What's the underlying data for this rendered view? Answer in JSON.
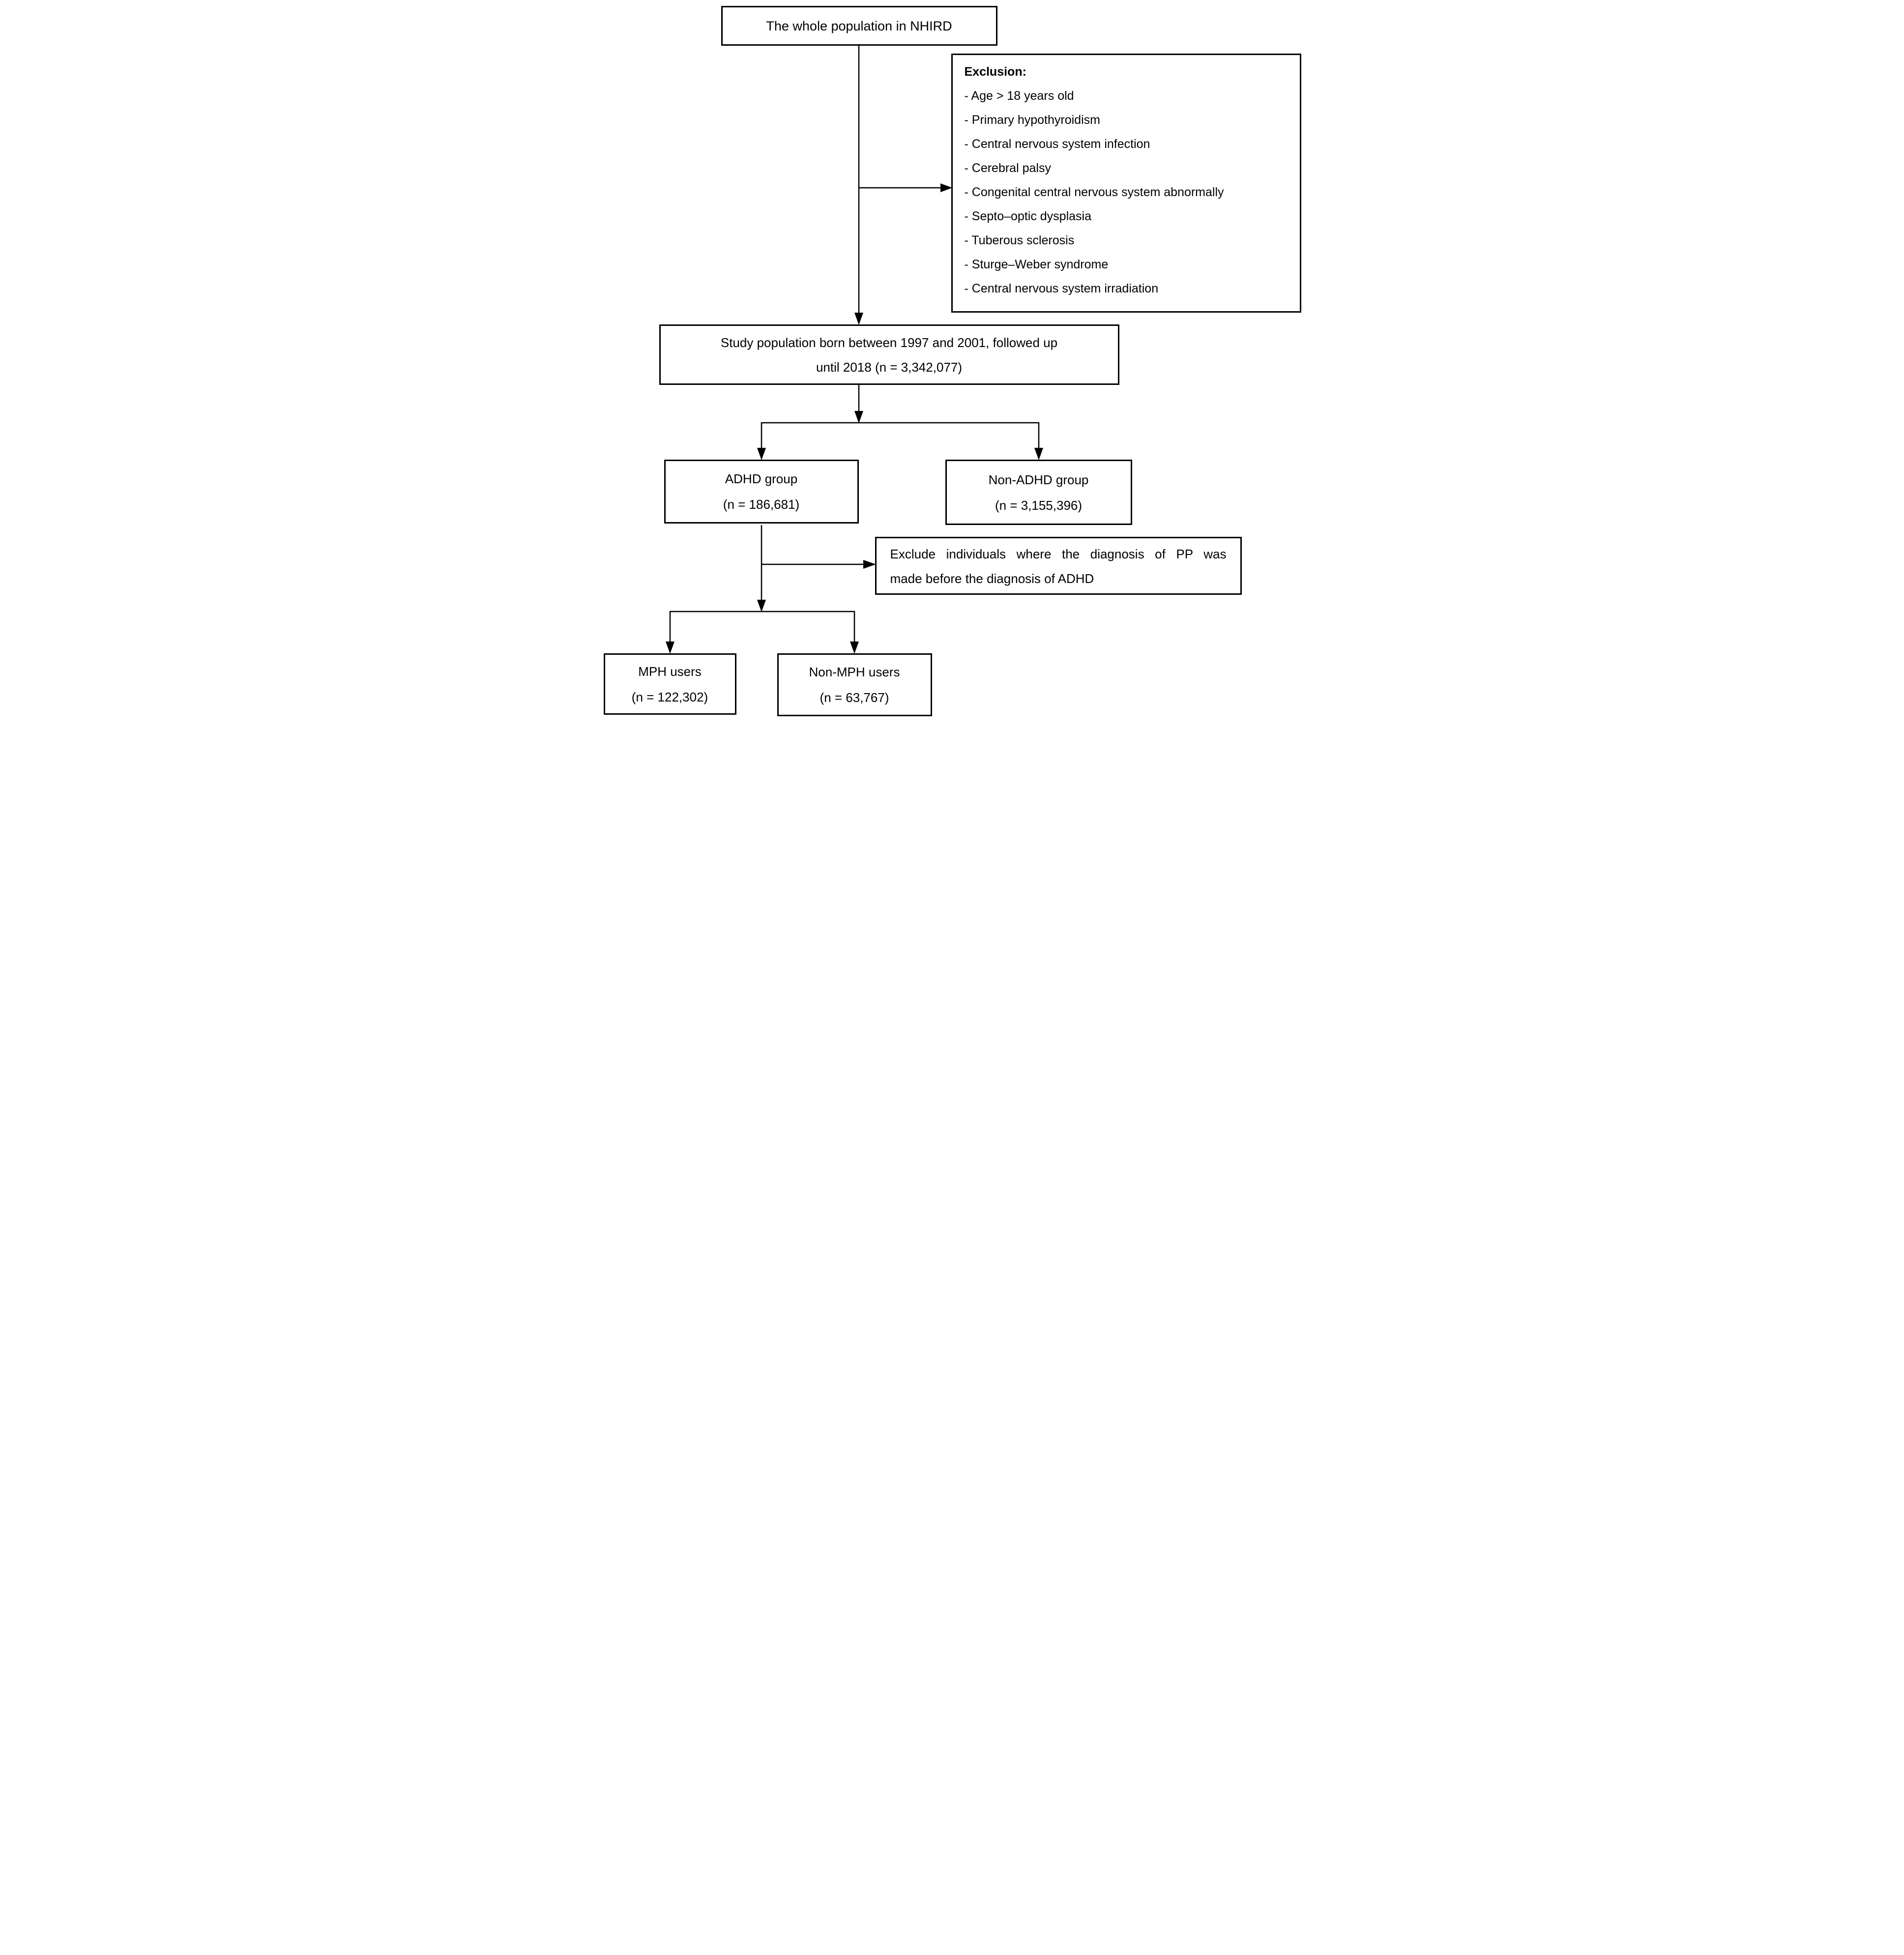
{
  "colors": {
    "background": "#ffffff",
    "box_border": "#000000",
    "line": "#000000",
    "text": "#000000"
  },
  "diagram": {
    "top_box": {
      "text": "The whole population in NHIRD"
    },
    "exclusion_box": {
      "heading": "Exclusion:",
      "items": [
        "- Age > 18 years old",
        "- Primary hypothyroidism",
        "- Central nervous system infection",
        "- Cerebral palsy",
        "- Congenital central nervous system abnormally",
        "- Septo–optic dysplasia",
        "- Tuberous sclerosis",
        "- Sturge–Weber syndrome",
        "- Central nervous system irradiation"
      ]
    },
    "study_box": {
      "line1": "Study population born between 1997 and 2001, followed up",
      "line2": "until 2018 (n = 3,342,077)"
    },
    "adhd_box": {
      "line1": "ADHD group",
      "line2": "(n = 186,681)"
    },
    "non_adhd_box": {
      "line1": "Non-ADHD group",
      "line2": "(n = 3,155,396)"
    },
    "exclude_pp_box": {
      "line1": "Exclude individuals where the diagnosis of PP was",
      "line2": "made before the diagnosis of ADHD"
    },
    "mph_box": {
      "line1": "MPH users",
      "line2": "(n = 122,302)"
    },
    "non_mph_box": {
      "line1": "Non-MPH users",
      "line2": "(n = 63,767)"
    }
  }
}
